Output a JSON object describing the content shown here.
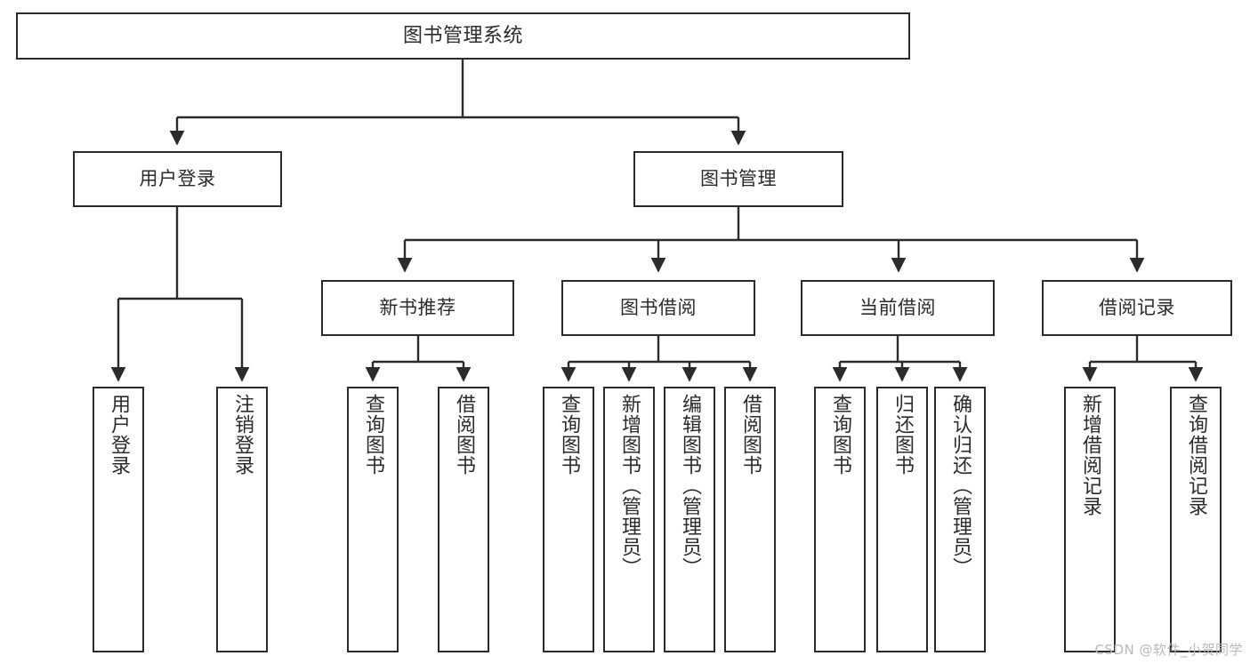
{
  "diagram": {
    "title": "图书管理系统",
    "type": "tree-hierarchy-chart",
    "watermark": "CSDN @软件_小贺同学",
    "colors": {
      "background": "#ffffff",
      "stroke": "#2b2b2b",
      "text": "#2b2b2b",
      "watermark": "#b9b9b9"
    },
    "nodes": {
      "root": {
        "label": "图书管理系统"
      },
      "level2": [
        {
          "label": "用户登录"
        },
        {
          "label": "图书管理"
        }
      ],
      "level3": [
        {
          "label": "新书推荐"
        },
        {
          "label": "图书借阅"
        },
        {
          "label": "当前借阅"
        },
        {
          "label": "借阅记录"
        }
      ],
      "leaves": {
        "user_login": [
          {
            "label": "用户登录"
          },
          {
            "label": "注销登录"
          }
        ],
        "new_book_recommend": [
          {
            "label": "查询图书"
          },
          {
            "label": "借阅图书"
          }
        ],
        "book_borrow": [
          {
            "label": "查询图书"
          },
          {
            "label": "新增图书（管理员）"
          },
          {
            "label": "编辑图书（管理员）"
          },
          {
            "label": "借阅图书"
          }
        ],
        "current_borrow": [
          {
            "label": "查询图书"
          },
          {
            "label": "归还图书"
          },
          {
            "label": "确认归还（管理员）"
          }
        ],
        "borrow_record": [
          {
            "label": "新增借阅记录"
          },
          {
            "label": "查询借阅记录"
          }
        ]
      }
    }
  }
}
